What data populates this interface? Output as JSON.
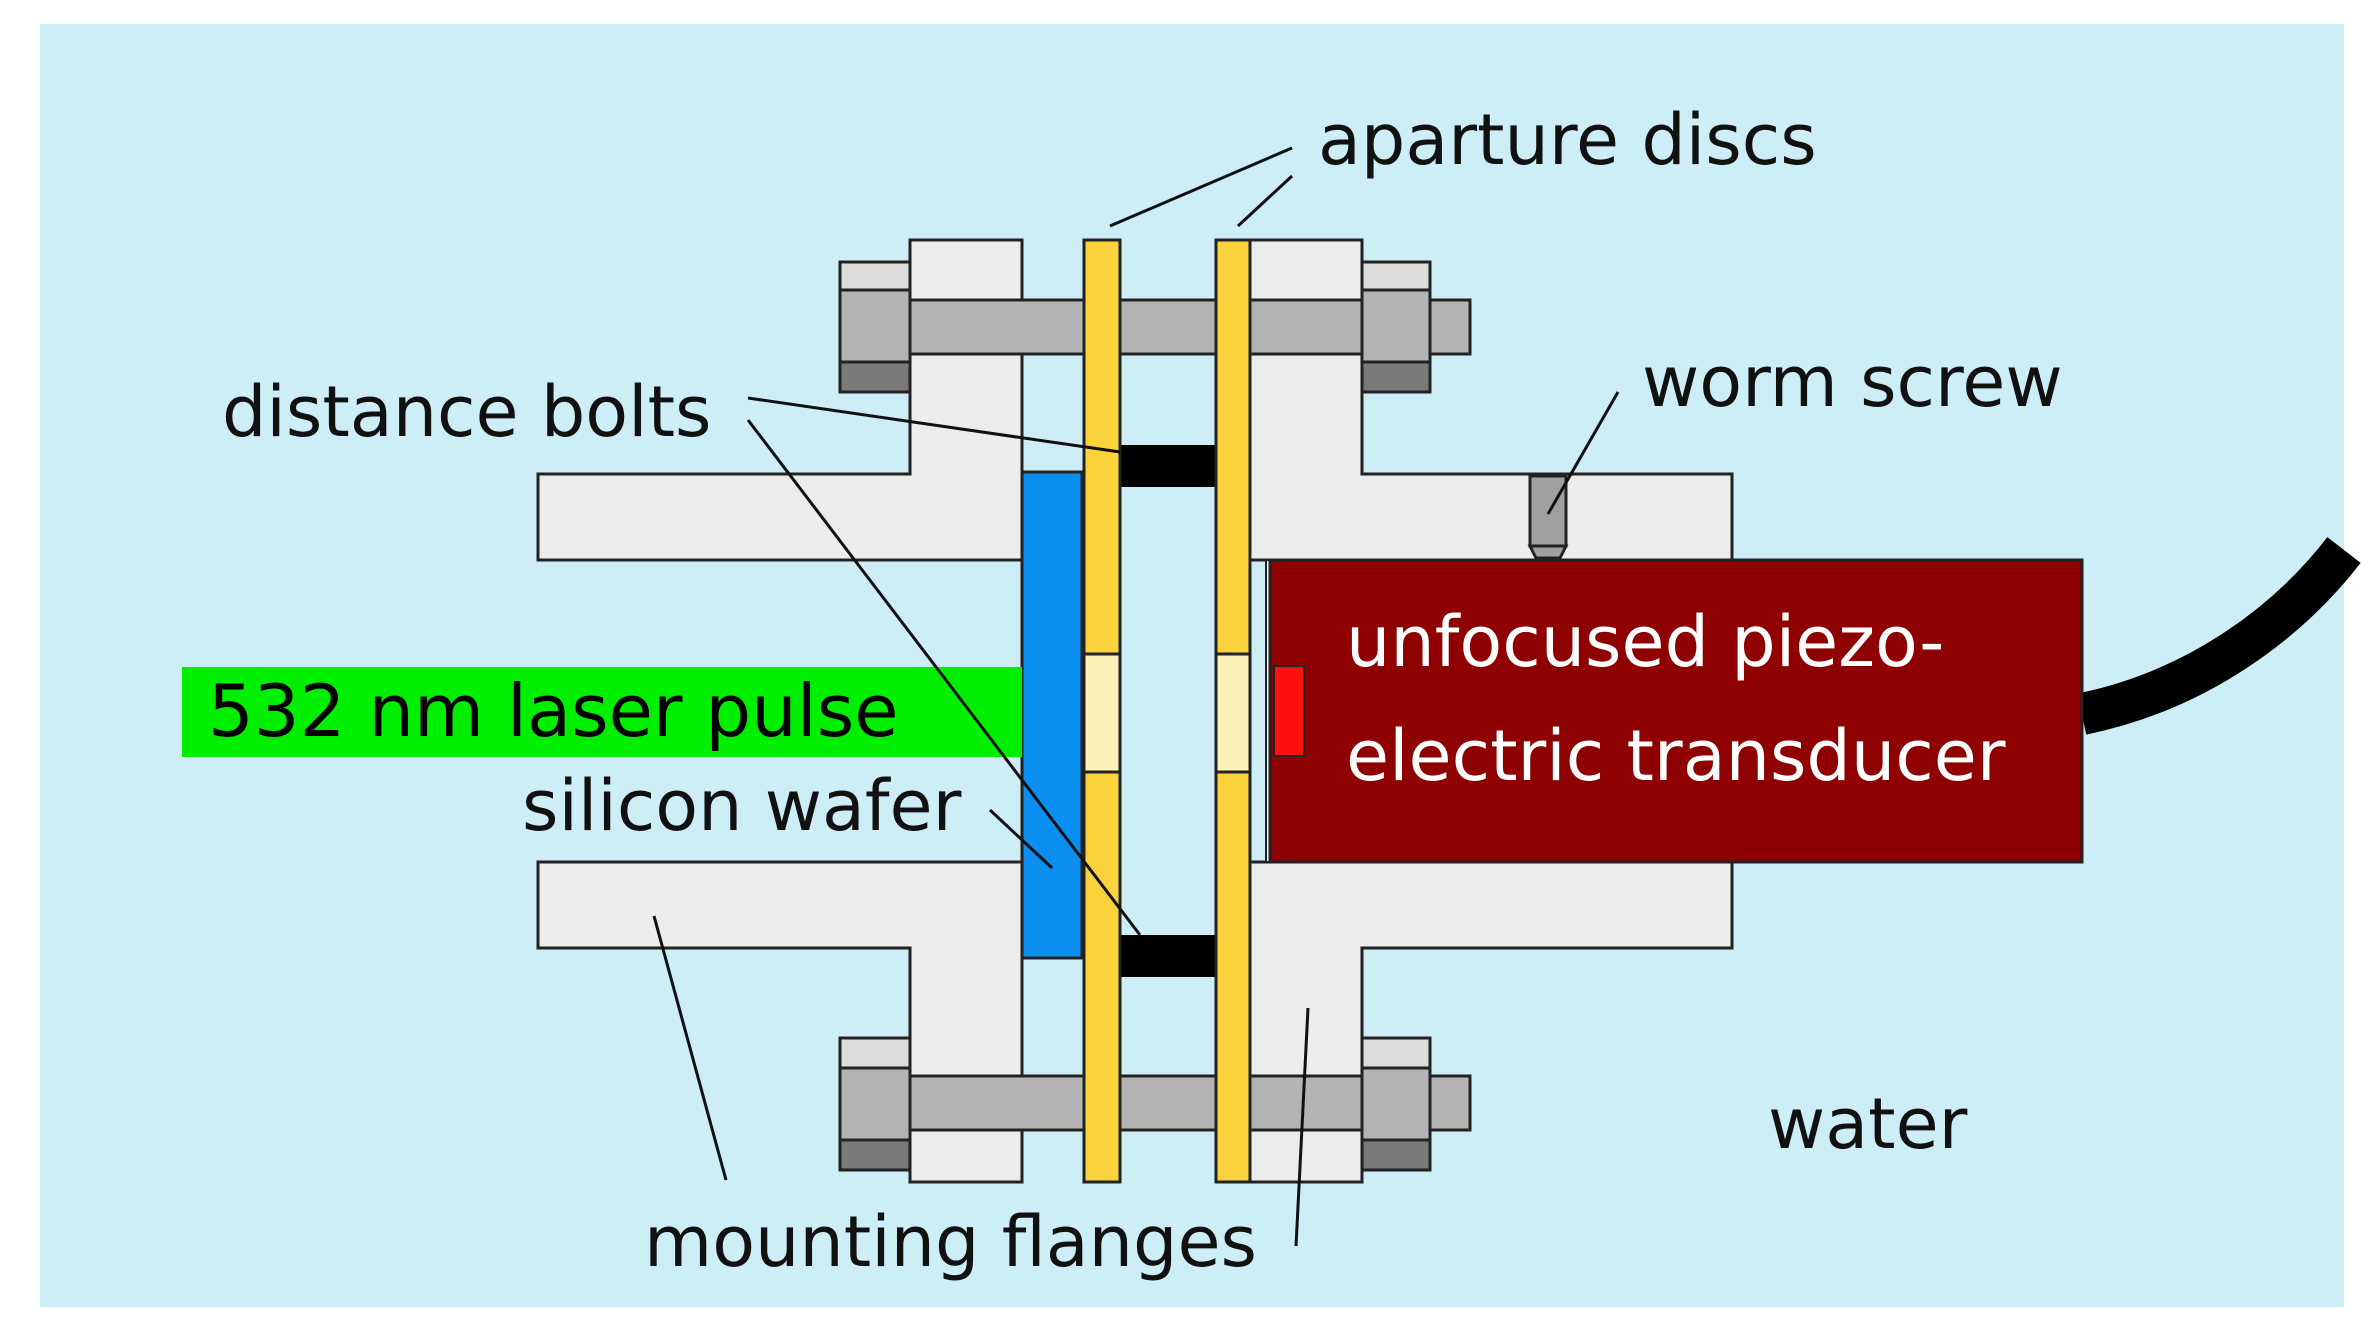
{
  "labels": {
    "aparture_discs": "aparture discs",
    "distance_bolts": "distance bolts",
    "worm_screw": "worm screw",
    "laser_pulse": "532 nm laser pulse",
    "silicon_wafer": "silicon wafer",
    "transducer_line1": "unfocused piezo-",
    "transducer_line2": "electric transducer",
    "water": "water",
    "mounting_flanges": "mounting flanges"
  },
  "colors": {
    "water": "#cdeef6",
    "flange": "#ececec",
    "bolt": "#b4b4b4",
    "nut_dark": "#7a7a7a",
    "nut_light": "#dcdcdc",
    "aperture_disc": "#fad33c",
    "aperture_window": "#fdf0b8",
    "spacer": "#000000",
    "wafer": "#0a8ff0",
    "laser": "#00ee00",
    "transducer": "#8f0000",
    "transducer_element": "#ff1010",
    "cable": "#000000",
    "worm_screw": "#a0a0a0"
  }
}
